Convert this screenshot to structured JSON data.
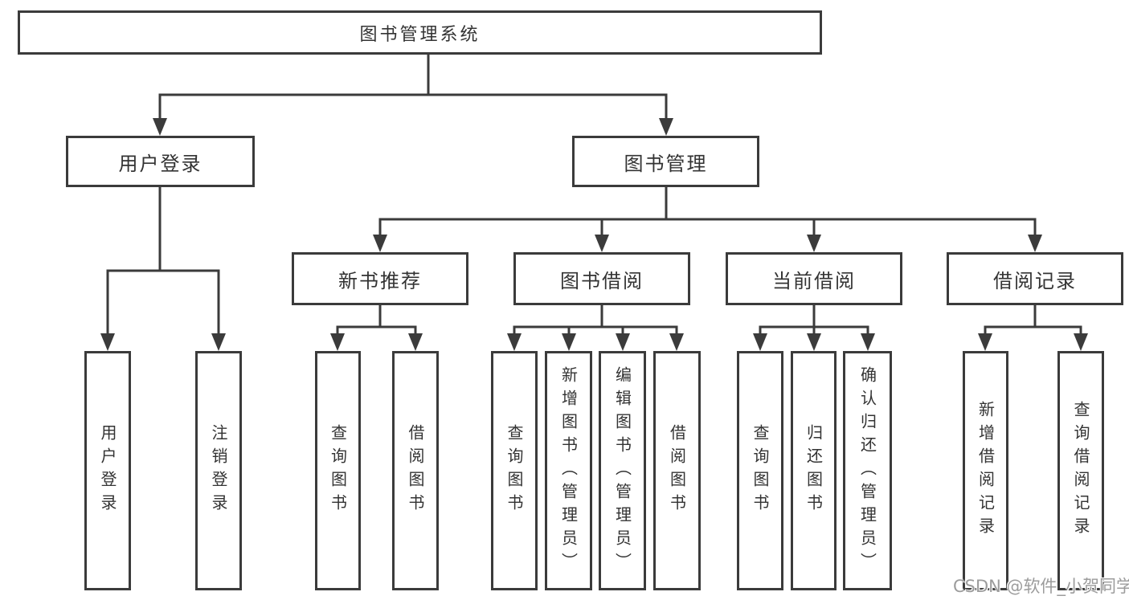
{
  "diagram_type": "functional-structure-tree",
  "colors": {
    "line": "#3b3b3b",
    "box_border": "#3b3b3b",
    "text": "#333333",
    "background": "#ffffff",
    "watermark": "#9c9c9c"
  },
  "watermark": {
    "text": "CSDN @软件_小贺同学"
  },
  "tree": {
    "root": {
      "label": "图书管理系统"
    },
    "branches": [
      {
        "label": "用户登录",
        "children": [
          {
            "label": "用户登录"
          },
          {
            "label": "注销登录"
          }
        ]
      },
      {
        "label": "图书管理",
        "children": [
          {
            "label": "新书推荐",
            "children": [
              {
                "label": "查询图书"
              },
              {
                "label": "借阅图书"
              }
            ]
          },
          {
            "label": "图书借阅",
            "children": [
              {
                "label": "查询图书"
              },
              {
                "label": "新增图书（管理员）"
              },
              {
                "label": "编辑图书（管理员）"
              },
              {
                "label": "借阅图书"
              }
            ]
          },
          {
            "label": "当前借阅",
            "children": [
              {
                "label": "查询图书"
              },
              {
                "label": "归还图书"
              },
              {
                "label": "确认归还（管理员）"
              }
            ]
          },
          {
            "label": "借阅记录",
            "children": [
              {
                "label": "新增借阅记录"
              },
              {
                "label": "查询借阅记录"
              }
            ]
          }
        ]
      }
    ]
  }
}
